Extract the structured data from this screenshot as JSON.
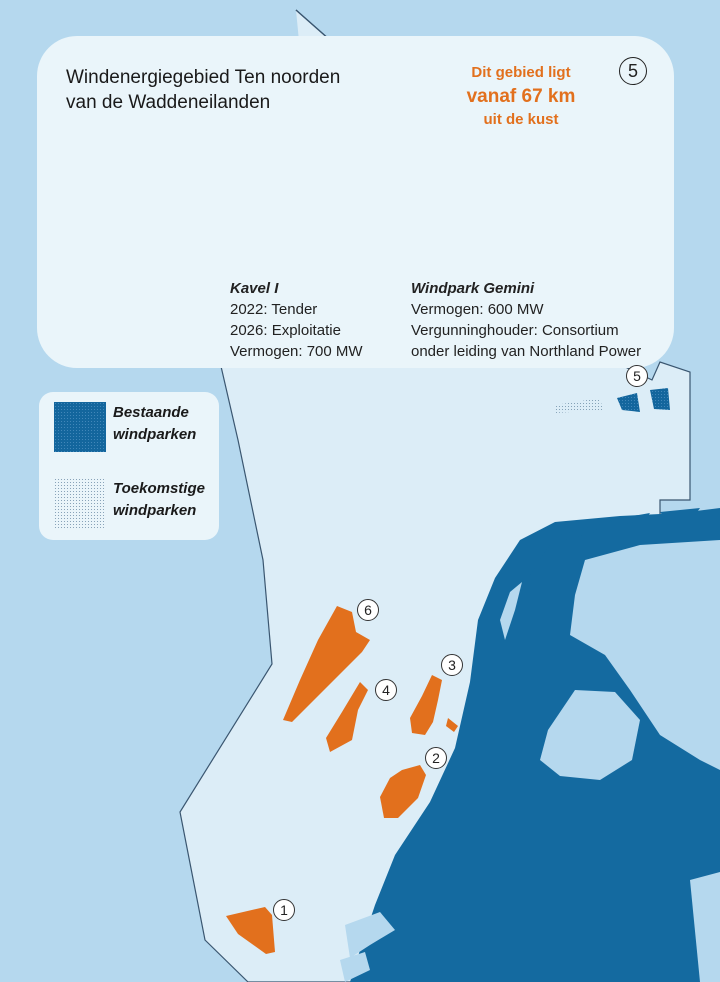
{
  "card": {
    "title_line1": "Windenergiegebied Ten noorden",
    "title_line2": "van de Waddeneilanden",
    "distance_line1": "Dit gebied ligt",
    "distance_line2": "vanaf 67 km",
    "distance_line3": "uit de kust",
    "area_number": "5",
    "kavel": {
      "name": "Kavel I",
      "line1": "2022: Tender",
      "line2": "2026: Exploitatie",
      "line3": "Vermogen: 700 MW"
    },
    "gemini": {
      "name": "Windpark Gemini",
      "line1": "Vermogen: 600 MW",
      "line2": "Vergunninghouder: Consortium",
      "line3": "onder leiding van Northland Power"
    }
  },
  "legend": {
    "existing_label": "Bestaande windparken",
    "future_label": "Toekomstige windparken"
  },
  "map_labels": [
    "1",
    "2",
    "3",
    "4",
    "5",
    "6"
  ],
  "colors": {
    "sea": "#b5d8ee",
    "eez_zone": "#dcedf7",
    "land": "#146aa0",
    "existing_park": "#13669d",
    "future_park": "#e2701d",
    "card_bg": "#eaf5fa",
    "accent": "#e2701d"
  }
}
